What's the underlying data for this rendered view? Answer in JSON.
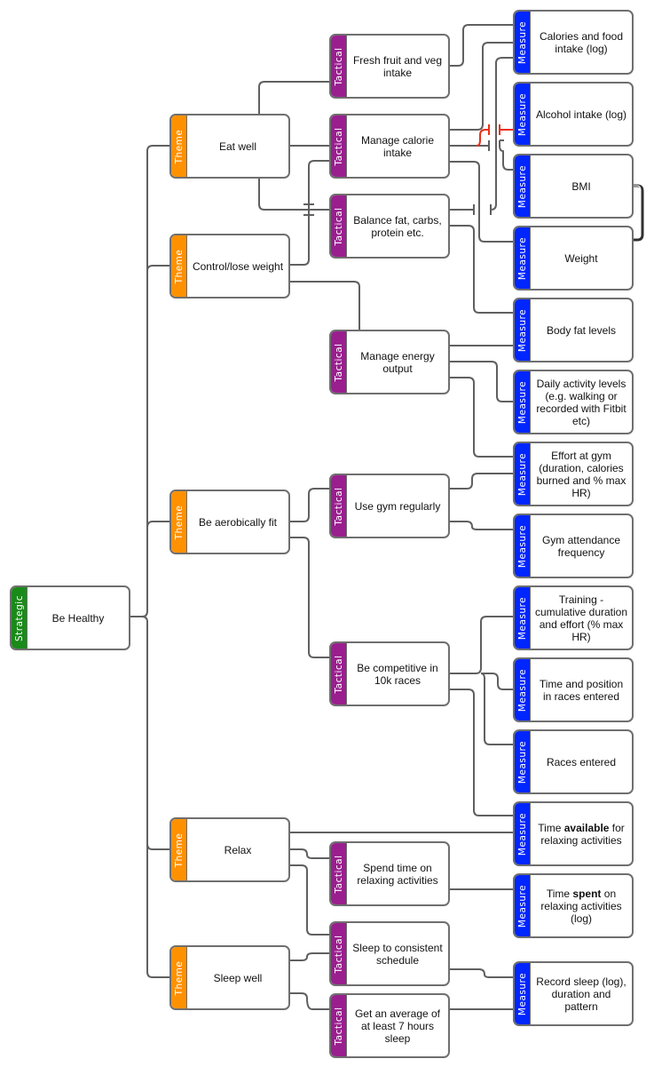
{
  "diagram": {
    "type": "strategy-map",
    "colors": {
      "strategic": "#1a8a1a",
      "theme": "#ff9100",
      "tactical": "#991f8e",
      "measure": "#0026ff",
      "connector": "#606060",
      "highlight": "#e8301c"
    },
    "level_labels": {
      "strategic": "Strategic",
      "theme": "Theme",
      "tactical": "Tactical",
      "measure": "Measure"
    },
    "strategic": {
      "id": "be-healthy",
      "label": "Be Healthy"
    },
    "themes": [
      {
        "id": "eat-well",
        "label": "Eat well"
      },
      {
        "id": "control-weight",
        "label": "Control/lose weight"
      },
      {
        "id": "aerobic",
        "label": "Be aerobically fit"
      },
      {
        "id": "relax",
        "label": "Relax"
      },
      {
        "id": "sleep",
        "label": "Sleep well"
      }
    ],
    "tacticals": [
      {
        "id": "fruit-veg",
        "label": "Fresh fruit and veg intake"
      },
      {
        "id": "calorie",
        "label": "Manage calorie intake"
      },
      {
        "id": "balance",
        "label": "Balance fat, carbs, protein etc."
      },
      {
        "id": "energy",
        "label": "Manage energy output"
      },
      {
        "id": "gym",
        "label": "Use gym regularly"
      },
      {
        "id": "races",
        "label": "Be competitive in 10k races"
      },
      {
        "id": "spend-relax",
        "label": "Spend time on relaxing activities"
      },
      {
        "id": "sleep-schedule",
        "label": "Sleep to consistent schedule"
      },
      {
        "id": "sleep-7",
        "label": "Get an average of at least 7 hours sleep"
      }
    ],
    "measures": [
      {
        "id": "calories-log",
        "label": "Calories and food intake (log)"
      },
      {
        "id": "alcohol-log",
        "label": "Alcohol intake (log)"
      },
      {
        "id": "bmi",
        "label": "BMI"
      },
      {
        "id": "weight",
        "label": "Weight"
      },
      {
        "id": "body-fat",
        "label": "Body fat levels"
      },
      {
        "id": "daily-activity",
        "label": "Daily activity levels (e.g. walking or recorded with Fitbit etc)"
      },
      {
        "id": "gym-effort",
        "label": "Effort at gym (duration, calories burned and % max HR)"
      },
      {
        "id": "gym-attendance",
        "label": "Gym attendance frequency"
      },
      {
        "id": "training",
        "label": "Training - cumulative duration and effort (% max HR)"
      },
      {
        "id": "race-time",
        "label": "Time and position in races entered"
      },
      {
        "id": "races-entered",
        "label": "Races entered"
      },
      {
        "id": "time-available",
        "label_parts": [
          "Time ",
          "available",
          " for relaxing activities"
        ]
      },
      {
        "id": "time-spent",
        "label_parts": [
          "Time ",
          "spent",
          " on relaxing activities (log)"
        ]
      },
      {
        "id": "sleep-record",
        "label": "Record sleep (log), duration and pattern"
      }
    ],
    "links": [
      [
        "be-healthy",
        "eat-well"
      ],
      [
        "be-healthy",
        "control-weight"
      ],
      [
        "be-healthy",
        "aerobic"
      ],
      [
        "be-healthy",
        "relax"
      ],
      [
        "be-healthy",
        "sleep"
      ],
      [
        "eat-well",
        "fruit-veg"
      ],
      [
        "eat-well",
        "calorie"
      ],
      [
        "eat-well",
        "balance"
      ],
      [
        "control-weight",
        "calorie"
      ],
      [
        "control-weight",
        "balance"
      ],
      [
        "control-weight",
        "energy"
      ],
      [
        "aerobic",
        "gym"
      ],
      [
        "aerobic",
        "races"
      ],
      [
        "relax",
        "spend-relax"
      ],
      [
        "relax",
        "sleep-schedule"
      ],
      [
        "relax",
        "time-available"
      ],
      [
        "sleep",
        "sleep-schedule"
      ],
      [
        "sleep",
        "sleep-7"
      ],
      [
        "fruit-veg",
        "calories-log"
      ],
      [
        "calorie",
        "calories-log"
      ],
      [
        "calorie",
        "alcohol-log"
      ],
      [
        "calorie",
        "bmi"
      ],
      [
        "calorie",
        "weight"
      ],
      [
        "balance",
        "calories-log"
      ],
      [
        "balance",
        "body-fat"
      ],
      [
        "energy",
        "body-fat"
      ],
      [
        "energy",
        "daily-activity"
      ],
      [
        "energy",
        "gym-effort"
      ],
      [
        "gym",
        "gym-effort"
      ],
      [
        "gym",
        "gym-attendance"
      ],
      [
        "races",
        "training"
      ],
      [
        "races",
        "race-time"
      ],
      [
        "races",
        "races-entered"
      ],
      [
        "races",
        "time-available"
      ],
      [
        "spend-relax",
        "time-spent"
      ],
      [
        "sleep-schedule",
        "sleep-record"
      ],
      [
        "sleep-7",
        "sleep-record"
      ]
    ],
    "grouped_measures": [
      [
        "bmi",
        "weight"
      ]
    ]
  }
}
